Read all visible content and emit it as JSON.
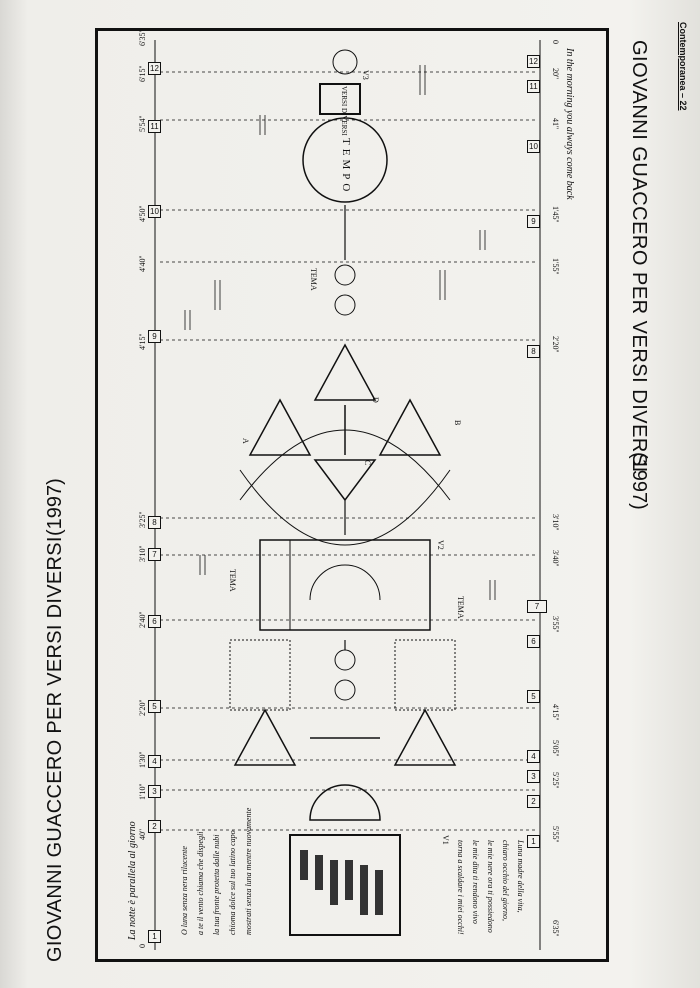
{
  "header": {
    "running_head": "Contemporanea – 22",
    "title_right": "GIOVANNI GUACCERO  PER VERSI DIVERSI",
    "year_right": "(1997)",
    "title_left": "GIOVANNI GUACCERO  PER VERSI DIVERSI",
    "year_left": "(1997)"
  },
  "score": {
    "top_caption": "In the morning you always come back",
    "bottom_caption": "La notte è parallela al giorno",
    "voice_labels": [
      "V3",
      "V2",
      "V1"
    ],
    "poem_left": [
      "O luna senza nera rilucente",
      "a te il vento chiama che dispegli",
      "la tua fronte protetta dalle nubi",
      "chioma dolce sul tuo latino capo",
      "mostrati senza luna mentre nuovamente"
    ],
    "poem_right": [
      "Luna madre della vita,",
      "chiaro occhio del giorno,",
      "le mie nere ora ti possiedono",
      "le mie dita ti rendono vivo",
      "torna a scaldare i miei occhi!"
    ],
    "time_top": [
      "0",
      "20''",
      "41''",
      "1'45''",
      "1'55''",
      "2'20''",
      "3'10''",
      "3'40''",
      "3'55''",
      "4'15''",
      "5'05''",
      "5'25''",
      "5'55''",
      "6'35''"
    ],
    "time_bottom": [
      "0",
      "40''",
      "1'10''",
      "1'30''",
      "2'20''",
      "2'40''",
      "3'10''",
      "3'25''",
      "4'15''",
      "4'40''",
      "4'50''",
      "5'54''",
      "6'15''",
      "6'35''"
    ],
    "box_numbers_top": [
      "12",
      "11",
      "10",
      "9",
      "8",
      "7",
      "6",
      "5",
      "4",
      "3",
      "2",
      "1"
    ],
    "box_numbers_bottom": [
      "1",
      "2",
      "3",
      "4",
      "5",
      "6",
      "7",
      "8",
      "9",
      "10",
      "11",
      "12"
    ],
    "tema_label": "TEMA",
    "circle_word": "TEMPO",
    "versi_label": "VERSI DIVERSI",
    "triangle_letters": [
      "A",
      "B",
      "C",
      "D"
    ]
  }
}
